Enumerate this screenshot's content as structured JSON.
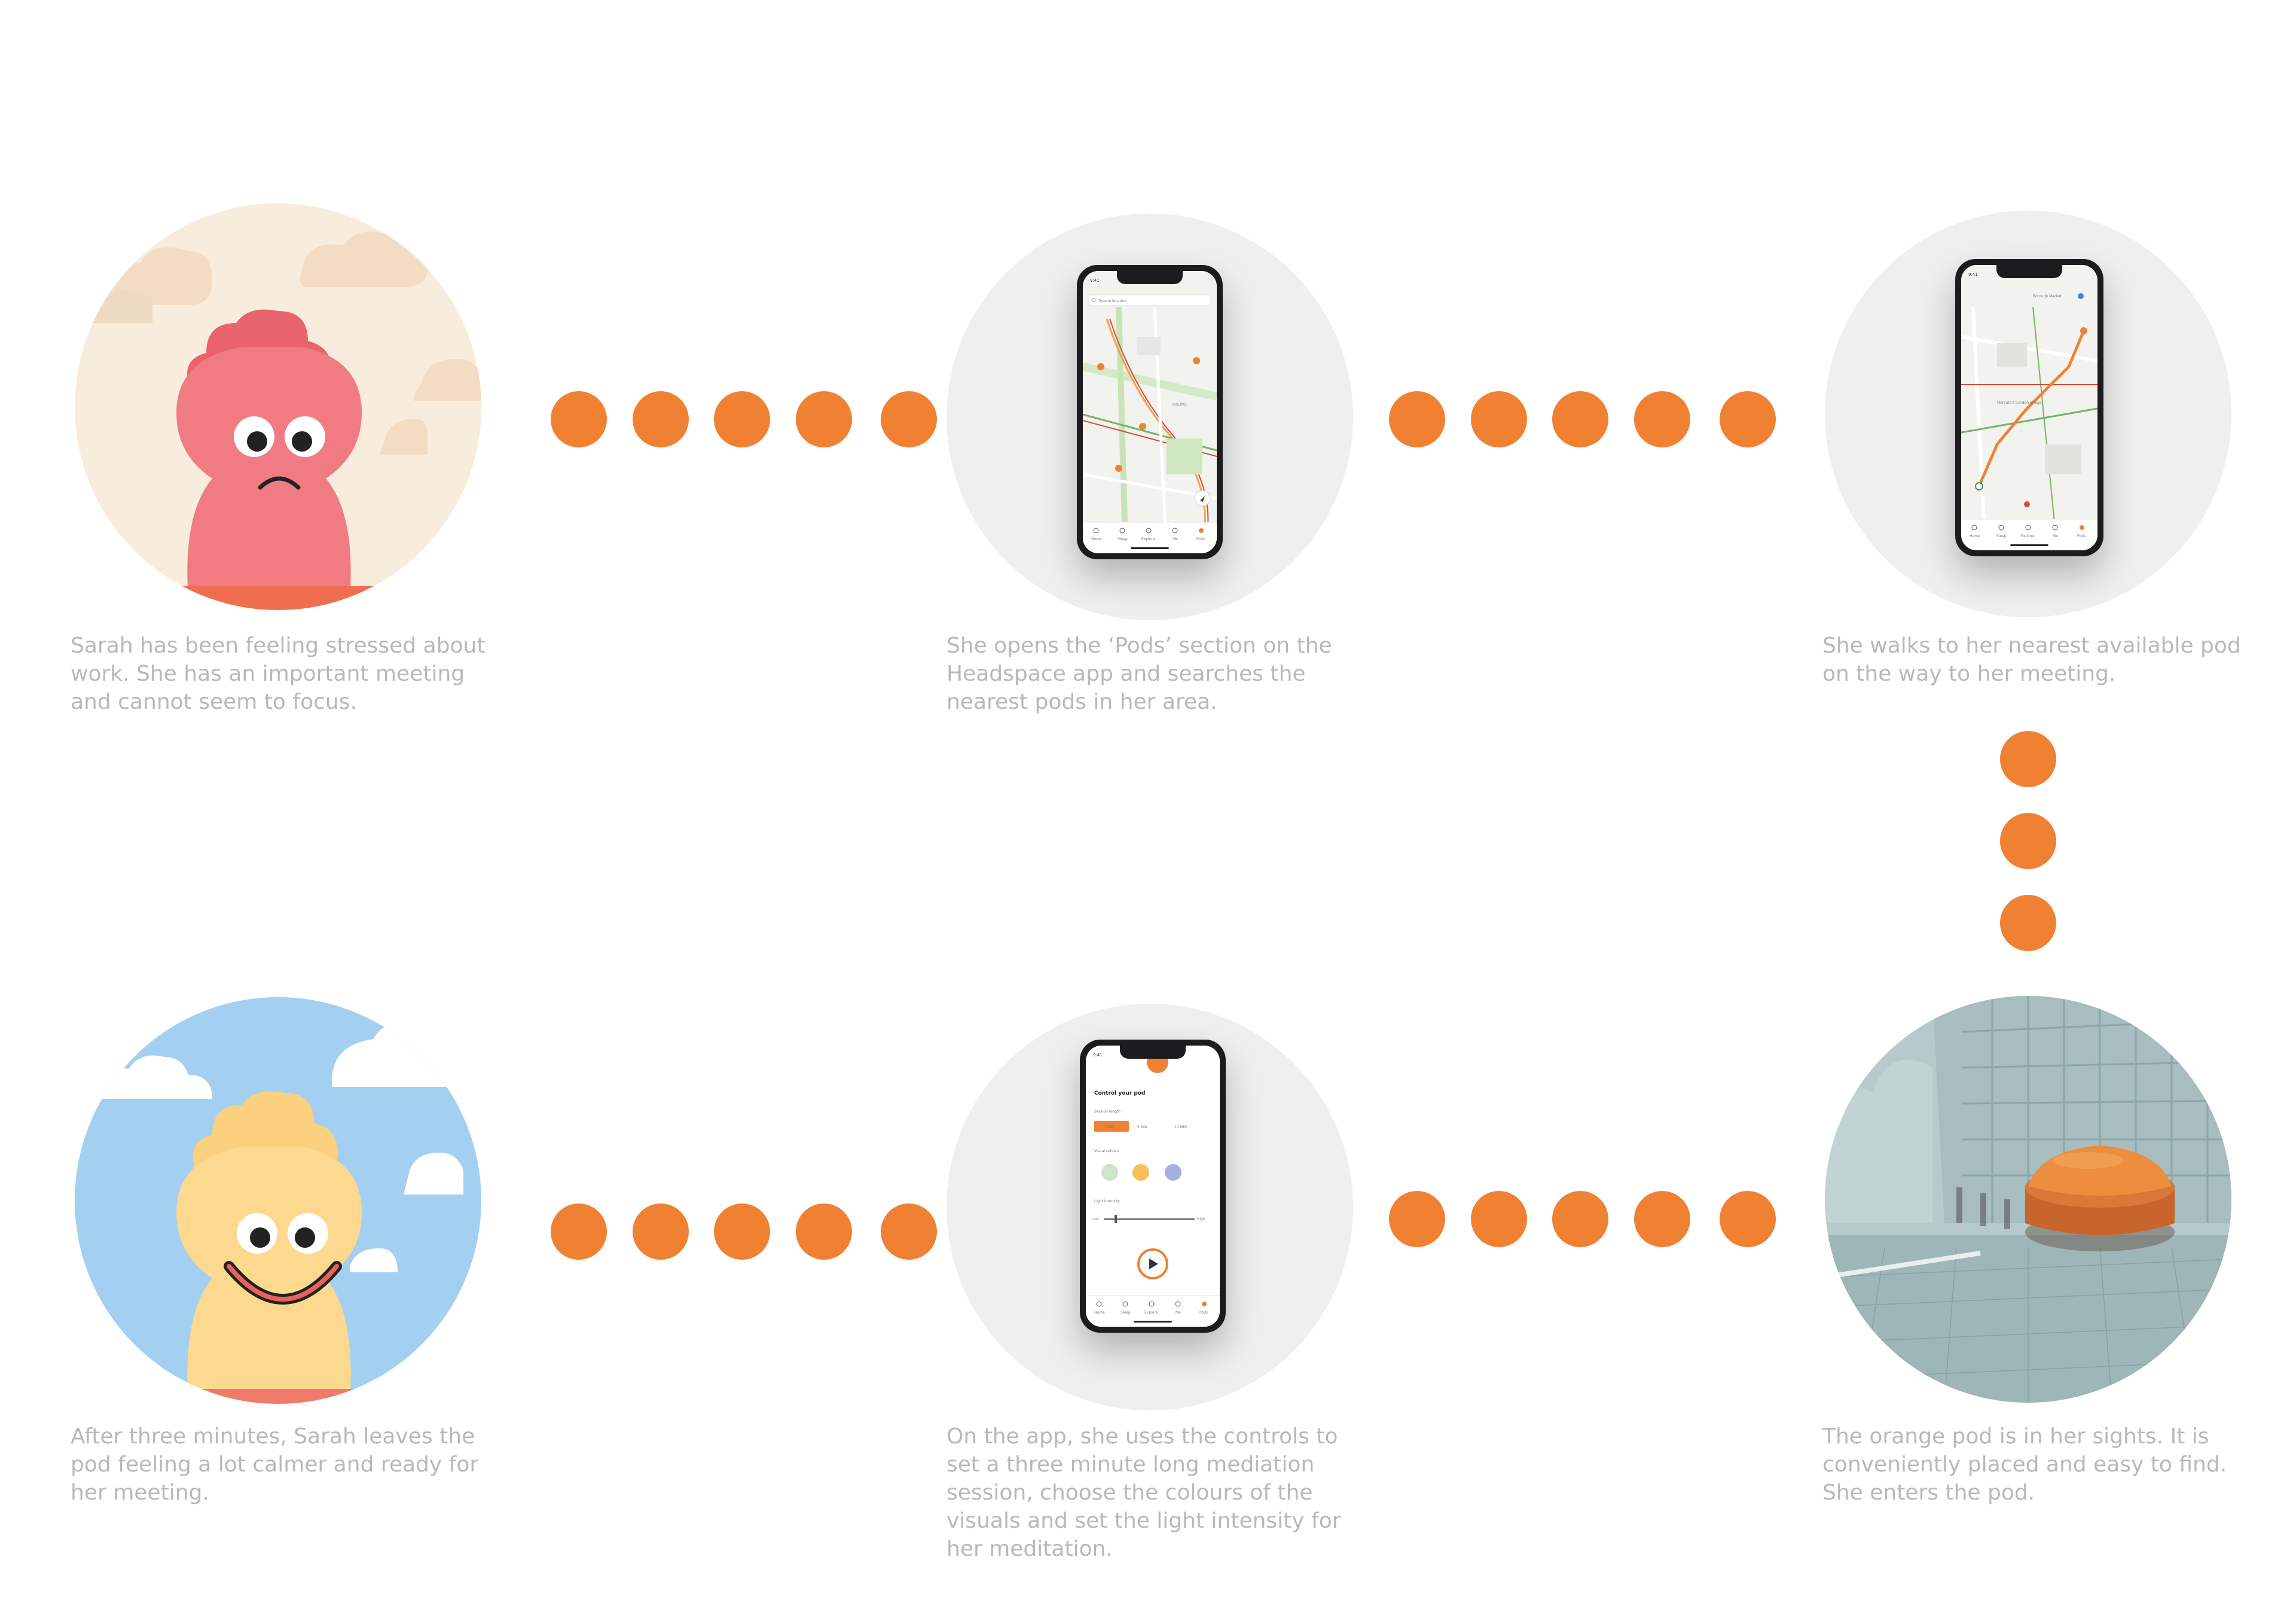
{
  "steps": [
    {
      "id": "stressed",
      "caption": "Sarah has been feeling stressed about work. She has an important meeting and cannot seem to focus.",
      "icon": "stressed-character-icon"
    },
    {
      "id": "open-app",
      "caption": "She opens the ‘Pods’ section on the Headspace app and searches the nearest pods in her area.",
      "icon": "phone-map-icon"
    },
    {
      "id": "walk",
      "caption": "She walks to her nearest available pod on the way to her meeting.",
      "icon": "phone-route-icon"
    },
    {
      "id": "find-pod",
      "caption": "The orange pod is in her sights. It is conveniently placed and easy to find. She enters the pod.",
      "icon": "orange-pod-icon"
    },
    {
      "id": "controls",
      "caption": "On the app, she uses the controls to set a three minute long mediation session, choose the colours of the visuals and set the light intensity for her meditation.",
      "icon": "phone-controls-icon"
    },
    {
      "id": "calm",
      "caption": "After three minutes, Sarah leaves the pod feeling a lot calmer and ready for her meeting.",
      "icon": "happy-character-icon"
    }
  ],
  "connector_color": "#f08133",
  "phone": {
    "time": "9:41",
    "search_placeholder": "Type in location",
    "map_label": "KISLING",
    "map2_label_a": "Borough Market",
    "map2_label_b": "Mercato's Lunden Bridge",
    "nav": [
      "Home",
      "Sleep",
      "Explore",
      "Me",
      "Pods"
    ],
    "control_title": "Control your pod",
    "session_length_label": "Session length",
    "session_options": [
      "3 MIN",
      "5 MIN",
      "10 MIN"
    ],
    "visual_colours_label": "Visual colours",
    "light_intensity_label": "Light intensity",
    "light_low": "Low",
    "light_high": "High"
  }
}
